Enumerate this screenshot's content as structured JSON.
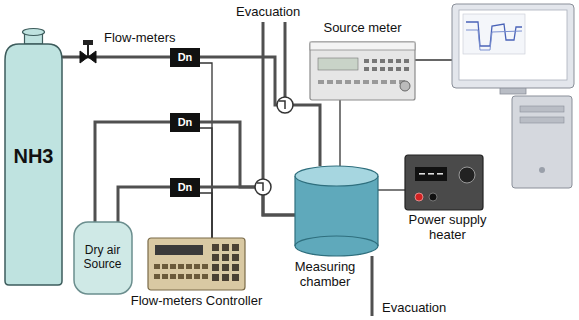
{
  "diagram": {
    "nodes": [
      {
        "text": [
          "NH3"
        ]
      },
      {
        "text": [
          "Dn"
        ]
      },
      {
        "text": [
          "Dn"
        ]
      },
      {
        "text": [
          "Dn"
        ]
      },
      {
        "text": [
          "Dry air Source"
        ]
      },
      {
        "text": [
          "Flow-meters Controller"
        ]
      },
      {
        "text": [
          "Source meter"
        ]
      },
      {
        "text": [
          "Measuring chamber"
        ]
      },
      {
        "text": [
          "Power supply heater"
        ]
      }
    ],
    "edges": [
      {
        "from": 0,
        "to": 1,
        "arrow": "none"
      },
      {
        "from": 4,
        "to": 2,
        "arrow": "none"
      },
      {
        "from": 4,
        "to": 3,
        "arrow": "none"
      },
      {
        "from": 5,
        "to": 1,
        "arrow": "none"
      },
      {
        "from": 5,
        "to": 2,
        "arrow": "none"
      },
      {
        "from": 5,
        "to": 3,
        "arrow": "none"
      },
      {
        "from": 1,
        "to": 7,
        "arrow": "none"
      },
      {
        "from": 2,
        "to": 7,
        "arrow": "none"
      },
      {
        "from": 3,
        "to": 7,
        "arrow": "none"
      },
      {
        "from": 6,
        "to": 7,
        "arrow": "none"
      },
      {
        "from": 8,
        "to": 7,
        "arrow": "none"
      }
    ],
    "labels": [
      "Flow-meters",
      "Evacuation",
      "Evacuation"
    ]
  }
}
